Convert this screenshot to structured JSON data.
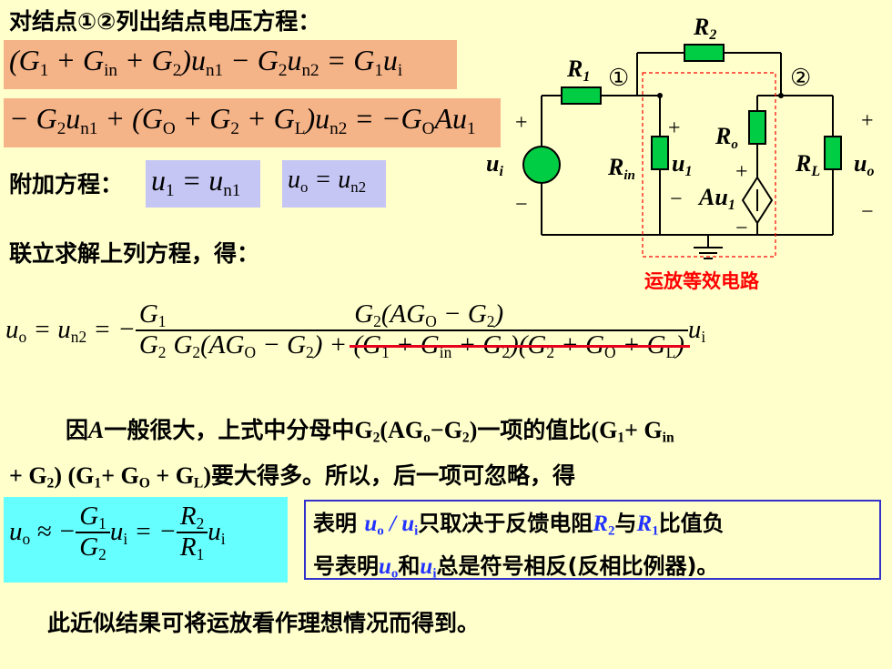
{
  "heading": "对结点①②列出结点电压方程：",
  "eq1": {
    "color": "#f5b388",
    "parts": [
      "(G",
      "1",
      " + G",
      "in",
      " + G",
      "2",
      ")u",
      "n1",
      " − G",
      "2",
      "u",
      "n2",
      " = G",
      "1",
      "u",
      "i"
    ]
  },
  "eq2": {
    "color": "#f5b388",
    "parts": [
      "− G",
      "2",
      "u",
      "n1",
      " + (G",
      "O",
      " + G",
      "2",
      " + G",
      "L",
      ")u",
      "n2",
      " = −G",
      "O",
      "Au",
      "1"
    ]
  },
  "aux": {
    "label": "附加方程：",
    "color": "#c6c6f5",
    "eqA": [
      "u",
      "1",
      " = u",
      "n1"
    ],
    "eqB": [
      "u",
      "o",
      " = u",
      "n2"
    ]
  },
  "solve_text": "联立求解上列方程，得：",
  "long_eq": {
    "lhs": [
      "u",
      "o",
      " = u",
      "n2",
      " = −"
    ],
    "f1_num": [
      "G",
      "1"
    ],
    "f1_den": [
      "G",
      "2"
    ],
    "f2_num": [
      "G",
      "2",
      "(AG",
      "O",
      " − G",
      "2",
      ")"
    ],
    "f2_den_keep": [
      "G",
      "2",
      "(AG",
      "O",
      " − G",
      "2",
      ") + "
    ],
    "f2_den_strike": [
      "(G",
      "1",
      " + G",
      "in",
      " + G",
      "2",
      ")(G",
      "2",
      " + G",
      "O",
      " + G",
      "L",
      ")"
    ],
    "rhs": [
      "u",
      "i"
    ]
  },
  "explain": {
    "line1_a": "因",
    "line1_b": "A",
    "line1_c": "一般很大，上式中分母中",
    "line1_d": [
      "G",
      "2",
      "(AG",
      "o",
      "−G",
      "2",
      ")"
    ],
    "line1_e": "一项的值比",
    "line1_f": [
      "(G",
      "1",
      "+ G",
      "in"
    ],
    "line2_a": [
      "+ G",
      "2",
      ") (G",
      "1",
      "+ G",
      "O",
      " + G",
      "L",
      ")"
    ],
    "line2_b": "要大得多。所以，后一项可忽略，得"
  },
  "approx": {
    "color": "#66ffff",
    "lhs": [
      "u",
      "o",
      " ≈ −"
    ],
    "f1_num": [
      "G",
      "1"
    ],
    "f1_den": [
      "G",
      "2"
    ],
    "mid": [
      "u",
      "i",
      " = −"
    ],
    "f2_num": [
      "R",
      "2"
    ],
    "f2_den": [
      "R",
      "1"
    ],
    "rhs": [
      "u",
      "i"
    ]
  },
  "note": {
    "border_color": "#3333cc",
    "p1": "表明 ",
    "v1": [
      "u",
      "o",
      " / u",
      "i"
    ],
    "p2": "只取决于反馈电阻",
    "v2": [
      "R",
      "2"
    ],
    "p3": "与",
    "v3": [
      "R",
      "1"
    ],
    "p4": "比值负",
    "p5": "号表明",
    "v4": [
      "u",
      "o"
    ],
    "p6": "和",
    "v5": [
      "u",
      "i"
    ],
    "p7": "总是符号相反(反相比例器)。"
  },
  "conclusion": "此近似结果可将运放看作理想情况而得到。",
  "circuit": {
    "R1": "R",
    "R1s": "1",
    "R2": "R",
    "R2s": "2",
    "node1": "①",
    "node2": "②",
    "ui": "u",
    "uis": "i",
    "Rin": "R",
    "Rins": "in",
    "u1": "u",
    "u1s": "1",
    "Ro": "R",
    "Ros": "o",
    "Au1": "Au",
    "Au1s": "1",
    "RL": "R",
    "RLs": "L",
    "uo": "u",
    "uos": "o",
    "plus": "+",
    "minus": "−",
    "caption": "运放等效电路",
    "resistor_color": "#00cc44",
    "caption_color": "#ff0000",
    "dash_color": "#ff0000"
  }
}
